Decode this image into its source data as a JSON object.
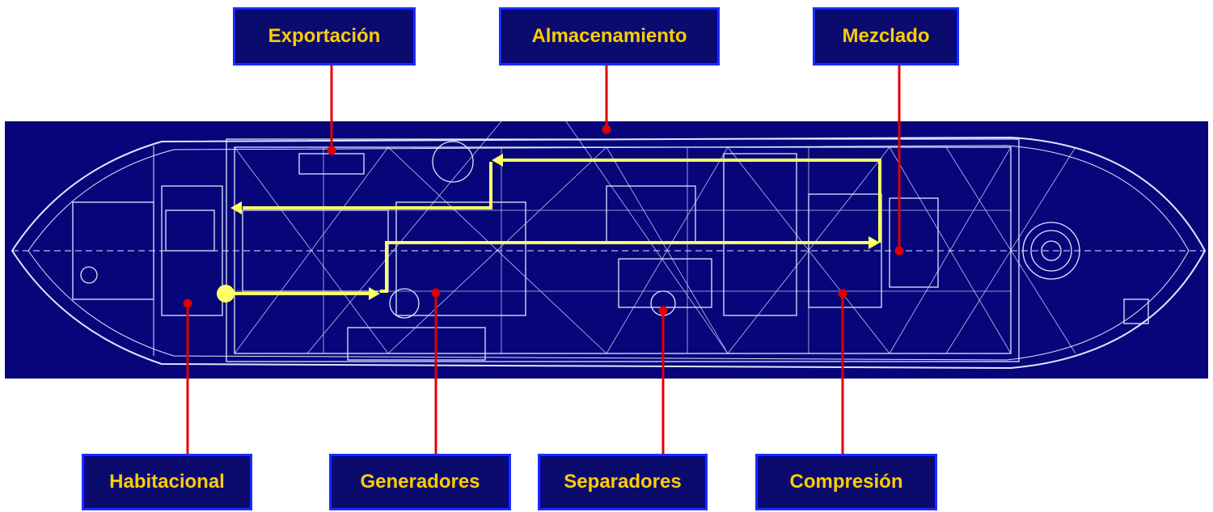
{
  "labels": {
    "exportacion": "Exportación",
    "almacenamiento": "Almacenamiento",
    "mezclado": "Mezclado",
    "habitacional": "Habitacional",
    "generadores": "Generadores",
    "separadores": "Separadores",
    "compresion": "Compresión"
  },
  "colors": {
    "background": "#ffffff",
    "blueprint": "#06067a",
    "lines": "#dfe6ff",
    "label_fill": "#0b0b6e",
    "label_border": "#1a2cff",
    "label_text": "#ffcc00",
    "leader": "#e00000",
    "flow": "#ffff66"
  }
}
